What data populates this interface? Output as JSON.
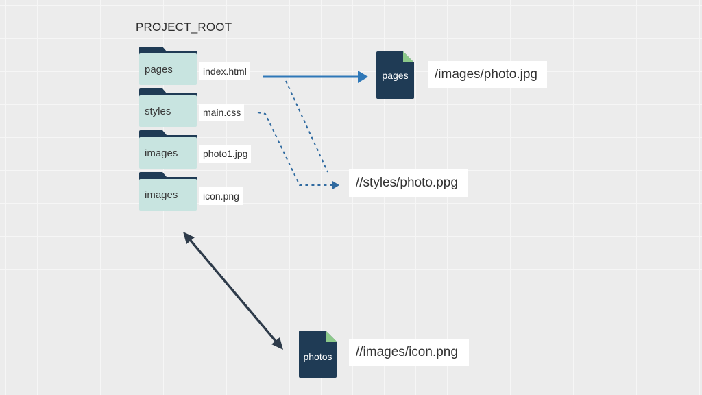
{
  "title": "PROJECT_ROOT",
  "folders": [
    {
      "name": "pages",
      "file": "index.html"
    },
    {
      "name": "styles",
      "file": "main.css"
    },
    {
      "name": "images",
      "file": "photo1.jpg"
    },
    {
      "name": "images",
      "file": "icon.png"
    }
  ],
  "targets": [
    {
      "doc_label": "pages",
      "path": "/images/photo.jpg"
    },
    {
      "path": "//styles/photo.ppg"
    },
    {
      "doc_label": "photos",
      "path": "//images/icon.png"
    }
  ],
  "colors": {
    "folder": "#c8e4e0",
    "folder_tab": "#1f3b55",
    "doc": "#1f3b55",
    "doc_corner": "#8cc98a",
    "arrow_blue": "#2f78b8",
    "arrow_dark": "#2e3b4a"
  }
}
